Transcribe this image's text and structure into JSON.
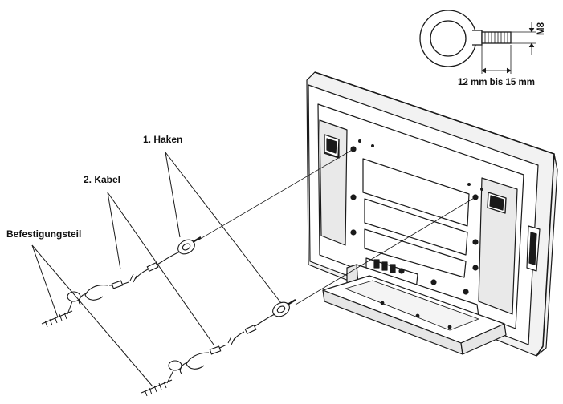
{
  "labels": {
    "hook": "1. Haken",
    "cable": "2. Kabel",
    "fixture": "Befestigungsteil"
  },
  "eyebolt": {
    "thread": "M8",
    "length": "12 mm bis 15 mm"
  },
  "colors": {
    "line": "#1a1a1a",
    "panel": "#ffffff",
    "shade": "#e6e6e6"
  }
}
